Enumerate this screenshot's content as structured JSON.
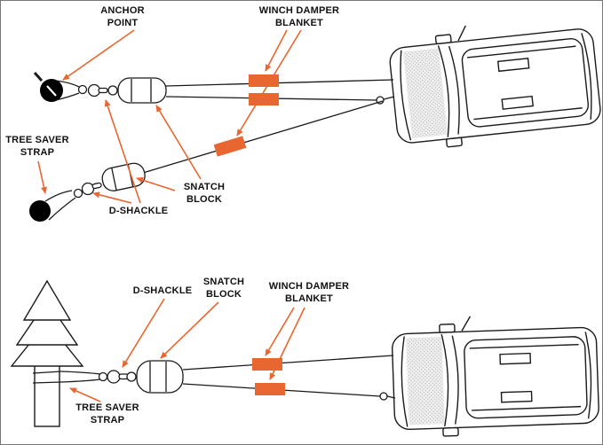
{
  "colors": {
    "accent": "#e8662f",
    "line": "#1a1a1a"
  },
  "figure": {
    "top": {
      "anchor_point": "ANCHOR POINT",
      "winch_damper_blanket": "WINCH DAMPER BLANKET",
      "tree_saver_strap": "TREE SAVER STRAP",
      "d_shackle": "D-SHACKLE",
      "snatch_block": "SNATCH BLOCK"
    },
    "bottom": {
      "d_shackle": "D-SHACKLE",
      "snatch_block": "SNATCH BLOCK",
      "winch_damper_blanket": "WINCH DAMPER BLANKET",
      "tree_saver_strap": "TREE SAVER STRAP"
    }
  }
}
